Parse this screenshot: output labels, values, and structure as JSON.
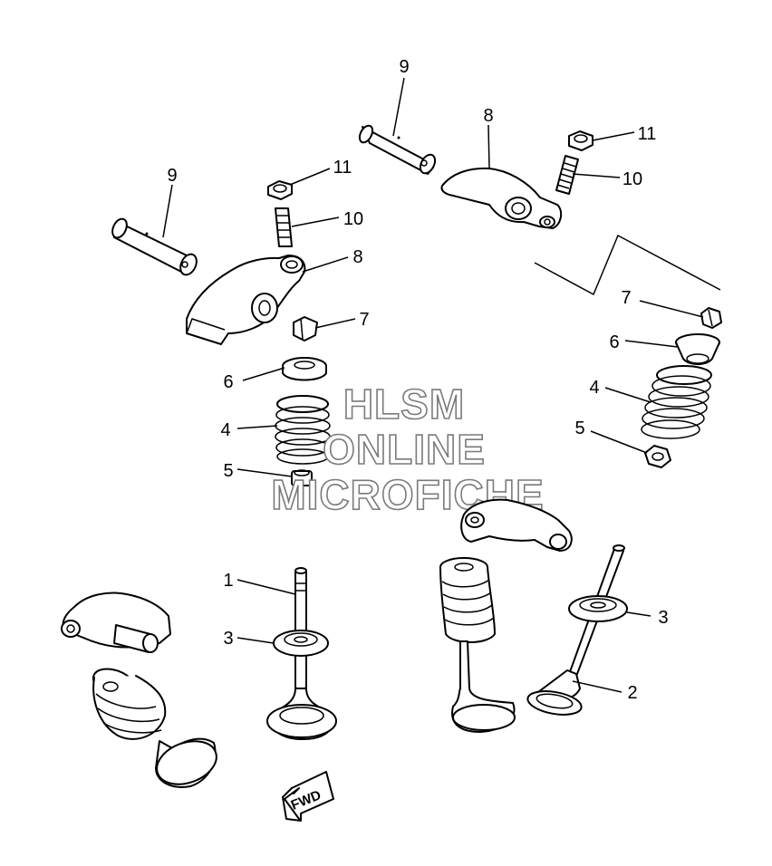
{
  "diagram": {
    "callouts": [
      {
        "id": "c1",
        "label": "1"
      },
      {
        "id": "c2",
        "label": "2"
      },
      {
        "id": "c3a",
        "label": "3"
      },
      {
        "id": "c3b",
        "label": "3"
      },
      {
        "id": "c4a",
        "label": "4"
      },
      {
        "id": "c4b",
        "label": "4"
      },
      {
        "id": "c5a",
        "label": "5"
      },
      {
        "id": "c5b",
        "label": "5"
      },
      {
        "id": "c6a",
        "label": "6"
      },
      {
        "id": "c6b",
        "label": "6"
      },
      {
        "id": "c7a",
        "label": "7"
      },
      {
        "id": "c7b",
        "label": "7"
      },
      {
        "id": "c8a",
        "label": "8"
      },
      {
        "id": "c8b",
        "label": "8"
      },
      {
        "id": "c9a",
        "label": "9"
      },
      {
        "id": "c9b",
        "label": "9"
      },
      {
        "id": "c10a",
        "label": "10"
      },
      {
        "id": "c10b",
        "label": "10"
      },
      {
        "id": "c11a",
        "label": "11"
      },
      {
        "id": "c11b",
        "label": "11"
      }
    ],
    "watermark": {
      "line1": "HLSM",
      "line2": "ONLINE",
      "line3": "MICROFICHE"
    },
    "fwd_label": "FWD"
  }
}
